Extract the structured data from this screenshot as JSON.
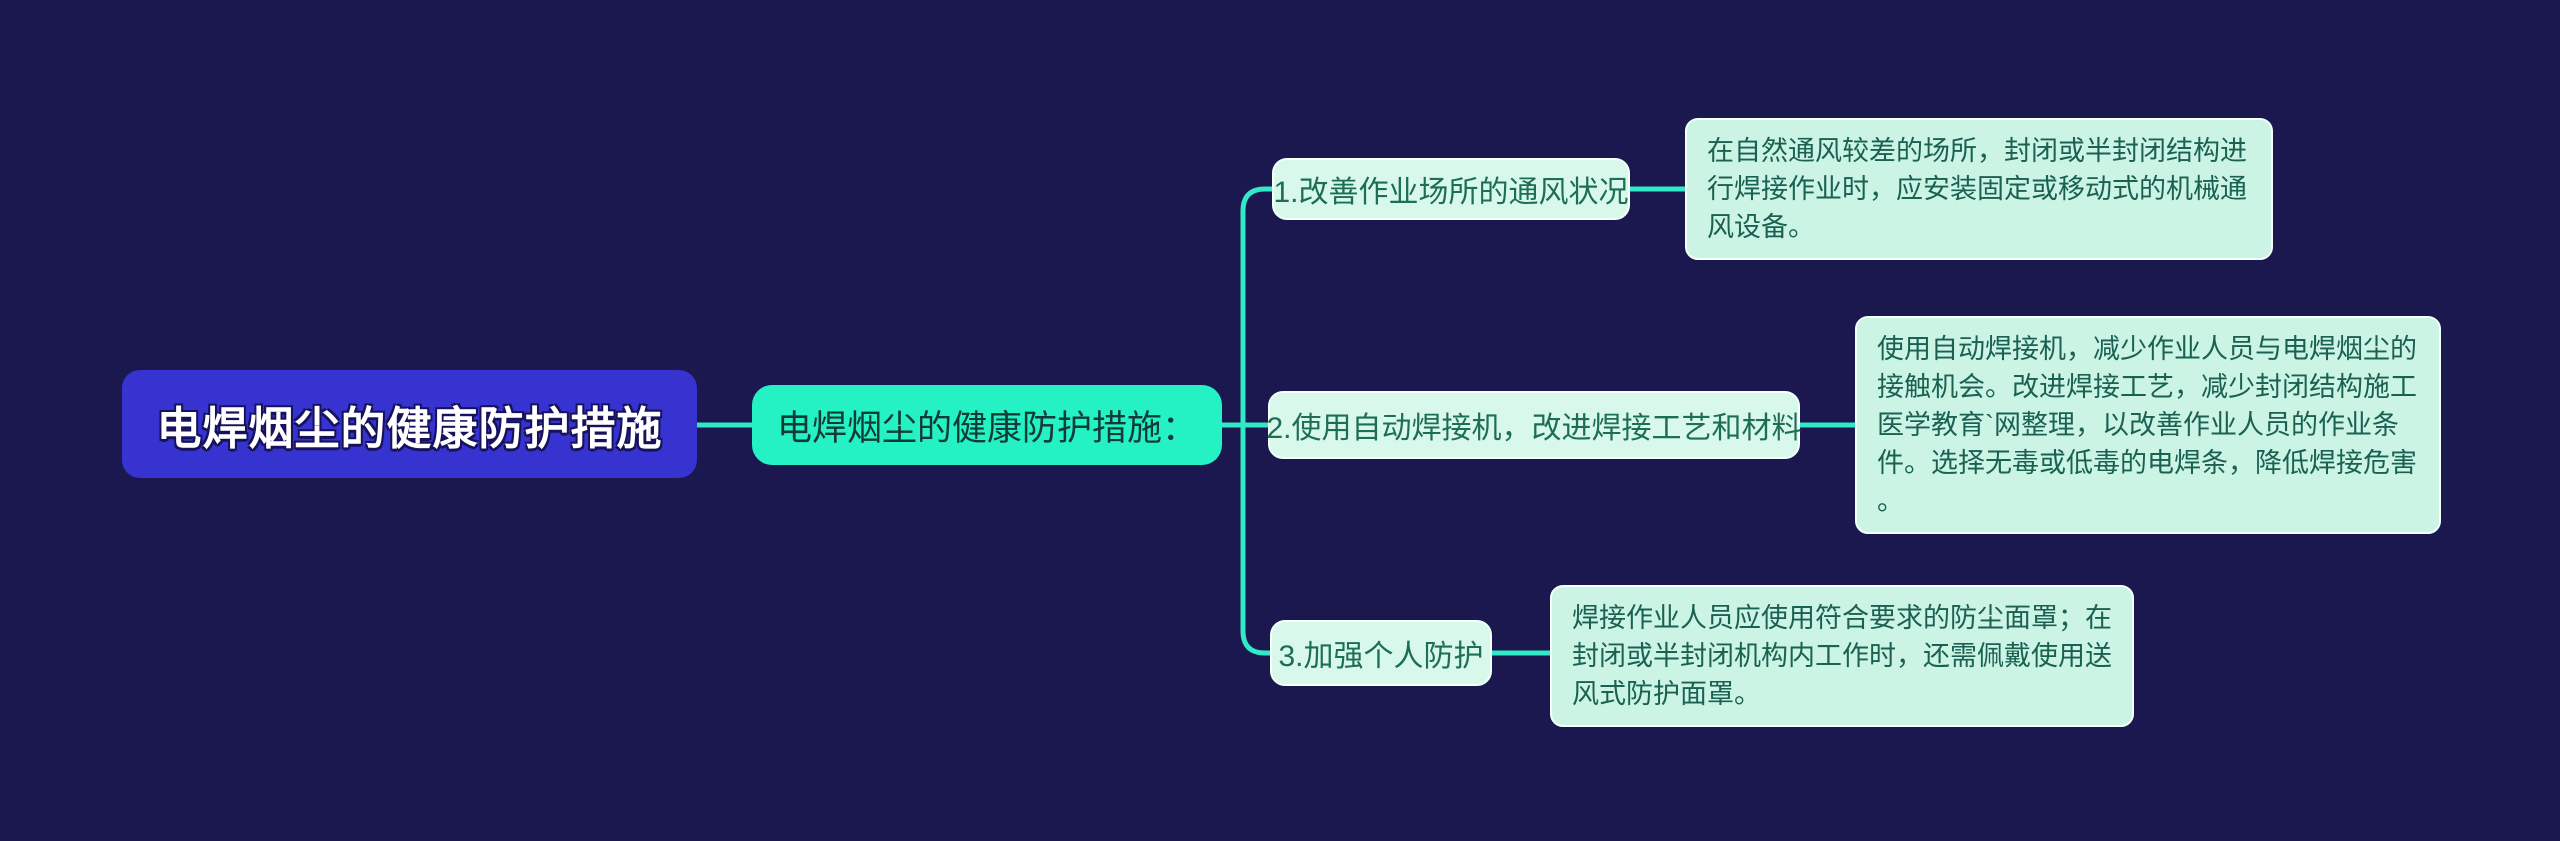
{
  "diagram": {
    "type": "mindmap",
    "root": {
      "label": "电焊烟尘的健康防护措施"
    },
    "topic": {
      "label": "电焊烟尘的健康防护措施："
    },
    "branches": [
      {
        "label": "1.改善作业场所的通风状况",
        "detail": "在自然通风较差的场所，封闭或半封闭结构进行焊接作业时，应安装固定或移动式的机械通风设备。"
      },
      {
        "label": "2.使用自动焊接机，改进焊接工艺和材料",
        "detail": "使用自动焊接机，减少作业人员与电焊烟尘的接触机会。改进焊接工艺，减少封闭结构施工医学教育`网整理，以改善作业人员的作业条件。选择无毒或低毒的电焊条，降低焊接危害。"
      },
      {
        "label": "3.加强个人防护",
        "detail": "焊接作业人员应使用符合要求的防尘面罩；在封闭或半封闭机构内工作时，还需佩戴使用送风式防护面罩。"
      }
    ]
  },
  "colors": {
    "background": "#1b174f",
    "root_fill": "#3633d0",
    "root_text": "#ffffff",
    "topic_fill": "#25f2c4",
    "topic_text": "#113b36",
    "branch_fill": "#d9f8ec",
    "branch_border": "#f2fffb",
    "branch_text": "#1d6e56",
    "detail_fill": "#cbf4e5",
    "detail_text": "#1a6152",
    "connector": "#31e9c6"
  }
}
